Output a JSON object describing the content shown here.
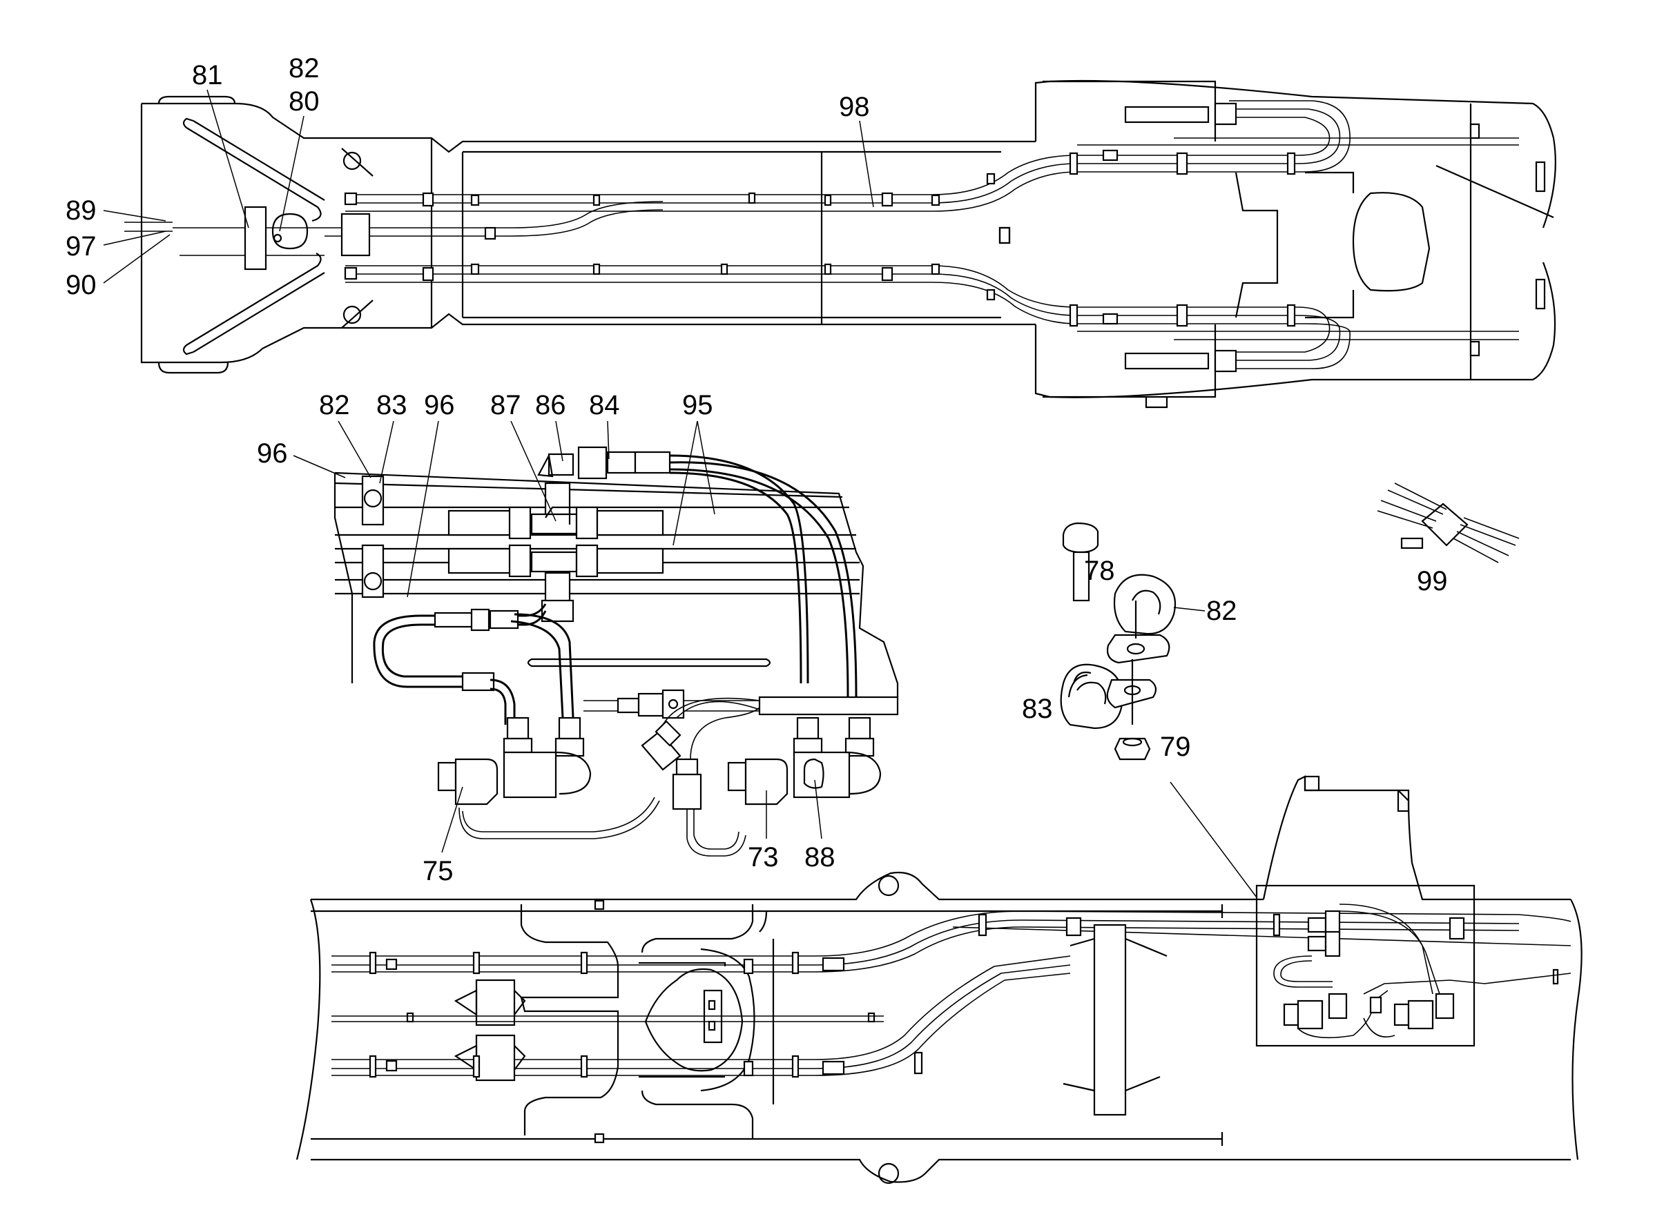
{
  "diagram": {
    "callouts_top": [
      "81",
      "82",
      "80",
      "89",
      "97",
      "90",
      "98"
    ],
    "callouts_detail": [
      "82",
      "83",
      "96",
      "96",
      "87",
      "86",
      "84",
      "95",
      "75",
      "73",
      "88"
    ],
    "callouts_clamp": [
      "78",
      "82",
      "83",
      "79"
    ],
    "callout_connector": "99"
  }
}
